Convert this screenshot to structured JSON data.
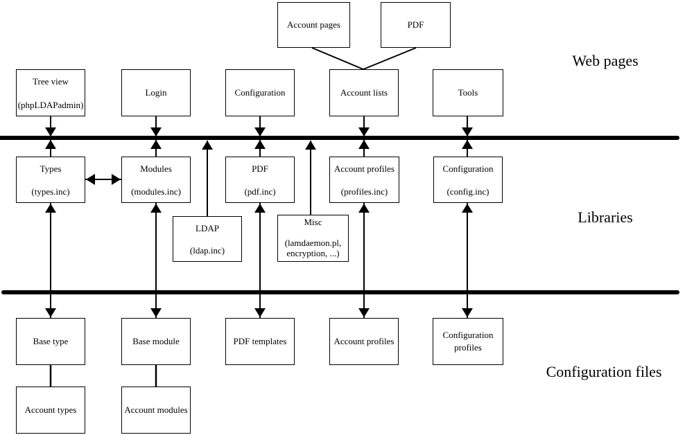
{
  "title": "LAM architecture diagram",
  "colors": {
    "background": "#ffffff",
    "line": "#000000",
    "text": "#000000"
  },
  "layer_labels": {
    "web_pages": "Web pages",
    "libraries": "Libraries",
    "configuration_files": "Configuration files"
  },
  "boxes": {
    "account_pages": {
      "lines": [
        "Account pages"
      ]
    },
    "pdf_page": {
      "lines": [
        "PDF"
      ]
    },
    "tree_view": {
      "lines": [
        "Tree view",
        "(phpLDAPadmin)"
      ]
    },
    "login": {
      "lines": [
        "Login"
      ]
    },
    "configuration_page": {
      "lines": [
        "Configuration"
      ]
    },
    "account_lists": {
      "lines": [
        "Account lists"
      ]
    },
    "tools": {
      "lines": [
        "Tools"
      ]
    },
    "types": {
      "lines": [
        "Types",
        "(types.inc)"
      ]
    },
    "modules": {
      "lines": [
        "Modules",
        "(modules.inc)"
      ]
    },
    "pdf_lib": {
      "lines": [
        "PDF",
        "(pdf.inc)"
      ]
    },
    "profiles_lib": {
      "lines": [
        "Account profiles",
        "(profiles.inc)"
      ]
    },
    "config_lib": {
      "lines": [
        "Configuration",
        "(config.inc)"
      ]
    },
    "ldap": {
      "lines": [
        "LDAP",
        "(ldap.inc)"
      ]
    },
    "misc": {
      "lines": [
        "Misc",
        "(lamdaemon.pl,",
        "encryption, ...)"
      ]
    },
    "base_type": {
      "lines": [
        "Base type"
      ]
    },
    "base_module": {
      "lines": [
        "Base module"
      ]
    },
    "pdf_templates": {
      "lines": [
        "PDF templates"
      ]
    },
    "account_profiles_file": {
      "lines": [
        "Account profiles"
      ]
    },
    "config_profiles": {
      "lines": [
        "Configuration",
        "profiles"
      ]
    },
    "account_types": {
      "lines": [
        "Account types"
      ]
    },
    "account_modules": {
      "lines": [
        "Account modules"
      ]
    }
  },
  "connections": [
    {
      "from": "account_pages",
      "to": "account_lists",
      "style": "merge-line"
    },
    {
      "from": "pdf_page",
      "to": "account_lists",
      "style": "merge-line"
    },
    {
      "from": "tree_view",
      "to": "types",
      "style": "arrows-into-bus-1"
    },
    {
      "from": "login",
      "to": "modules",
      "style": "arrows-into-bus-1"
    },
    {
      "from": "configuration_page",
      "to": "pdf_lib",
      "style": "arrows-into-bus-1"
    },
    {
      "from": "account_lists",
      "to": "profiles_lib",
      "style": "arrows-into-bus-1"
    },
    {
      "from": "tools",
      "to": "config_lib",
      "style": "arrows-into-bus-1"
    },
    {
      "from": "ldap",
      "to": "bus_1",
      "style": "arrow-up"
    },
    {
      "from": "misc",
      "to": "bus_1",
      "style": "arrow-up"
    },
    {
      "from": "types",
      "to": "modules",
      "style": "double-arrow-horizontal"
    },
    {
      "from": "types",
      "to": "base_type",
      "style": "double-arrow-vertical"
    },
    {
      "from": "modules",
      "to": "base_module",
      "style": "double-arrow-vertical"
    },
    {
      "from": "pdf_lib",
      "to": "pdf_templates",
      "style": "double-arrow-vertical"
    },
    {
      "from": "profiles_lib",
      "to": "account_profiles_file",
      "style": "double-arrow-vertical"
    },
    {
      "from": "config_lib",
      "to": "config_profiles",
      "style": "double-arrow-vertical"
    },
    {
      "from": "base_type",
      "to": "account_types",
      "style": "plain-line"
    },
    {
      "from": "base_module",
      "to": "account_modules",
      "style": "plain-line"
    }
  ]
}
